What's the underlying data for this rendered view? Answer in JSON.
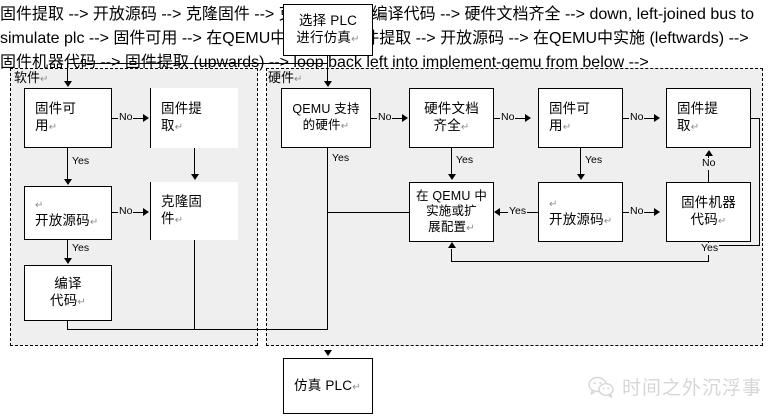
{
  "diagram": {
    "title_node": {
      "label": "选择 PLC\n进行仿真"
    },
    "groups": [
      {
        "id": "software",
        "label": "软件"
      },
      {
        "id": "hardware",
        "label": "硬件"
      }
    ],
    "nodes": [
      {
        "id": "select-plc",
        "label": "选择 PLC 进行仿真",
        "line1": "选择 PLC",
        "line2": "进行仿真"
      },
      {
        "id": "sw-firmware-available",
        "label": "固件可用",
        "line1": "固件可",
        "line2": "用"
      },
      {
        "id": "sw-firmware-extract",
        "label": "固件提取",
        "line1": "固件提",
        "line2": "取"
      },
      {
        "id": "sw-open-source",
        "label": "开放源码",
        "line1": "开放源码",
        "line2": ""
      },
      {
        "id": "sw-clone-firmware",
        "label": "克隆固件",
        "line1": "克隆固",
        "line2": "件"
      },
      {
        "id": "sw-compile-code",
        "label": "编译代码",
        "line1": "编译",
        "line2": "代码"
      },
      {
        "id": "hw-qemu-supported",
        "label": "QEMU 支持的硬件",
        "line1": "QEMU 支持",
        "line2": "的硬件"
      },
      {
        "id": "hw-doc-complete",
        "label": "硬件文档齐全",
        "line1": "硬件文档",
        "line2": "齐全"
      },
      {
        "id": "hw-firmware-available",
        "label": "固件可用",
        "line1": "固件可",
        "line2": "用"
      },
      {
        "id": "hw-firmware-extract",
        "label": "固件提取",
        "line1": "固件提",
        "line2": "取"
      },
      {
        "id": "hw-implement-qemu",
        "label": "在 QEMU 中实施或扩展配置",
        "line1": "在 QEMU 中",
        "line2": "实施或扩",
        "line3": "展配置"
      },
      {
        "id": "hw-open-source",
        "label": "开放源码",
        "line1": "开放源码",
        "line2": ""
      },
      {
        "id": "hw-machine-code",
        "label": "固件机器代码",
        "line1": "固件机器",
        "line2": "代码"
      },
      {
        "id": "simulate-plc",
        "label": "仿真 PLC",
        "line1": "仿真 PLC",
        "line2": ""
      }
    ],
    "edge_labels": {
      "no": "No",
      "yes": "Yes"
    },
    "edges": [
      {
        "from": "sw-firmware-available",
        "to": "sw-firmware-extract",
        "label": "No"
      },
      {
        "from": "sw-firmware-available",
        "to": "sw-open-source",
        "label": "Yes"
      },
      {
        "from": "sw-open-source",
        "to": "sw-clone-firmware",
        "label": "No"
      },
      {
        "from": "sw-open-source",
        "to": "sw-compile-code",
        "label": "Yes"
      },
      {
        "from": "sw-firmware-extract",
        "to": "sw-clone-firmware",
        "label": ""
      },
      {
        "from": "hw-qemu-supported",
        "to": "hw-doc-complete",
        "label": "No"
      },
      {
        "from": "hw-qemu-supported",
        "to": "simulate-plc",
        "label": "Yes"
      },
      {
        "from": "hw-doc-complete",
        "to": "hw-firmware-available",
        "label": "No"
      },
      {
        "from": "hw-doc-complete",
        "to": "hw-implement-qemu",
        "label": "Yes"
      },
      {
        "from": "hw-firmware-available",
        "to": "hw-firmware-extract",
        "label": "No"
      },
      {
        "from": "hw-firmware-available",
        "to": "hw-open-source",
        "label": "Yes"
      },
      {
        "from": "hw-open-source",
        "to": "hw-implement-qemu",
        "label": "Yes"
      },
      {
        "from": "hw-open-source",
        "to": "hw-machine-code",
        "label": "No"
      },
      {
        "from": "hw-machine-code",
        "to": "hw-firmware-extract",
        "label": "No"
      },
      {
        "from": "hw-machine-code",
        "to": "hw-implement-qemu",
        "label": "Yes"
      }
    ],
    "colors": {
      "group_fill": "#efefef",
      "node_fill": "#ffffff",
      "stroke": "#000000",
      "watermark": "#d6d6d6"
    }
  },
  "watermark": {
    "text": "时间之外沉浮事",
    "icon": "wechat-logo-icon"
  },
  "marks": {
    "pilcrow": "↵"
  }
}
